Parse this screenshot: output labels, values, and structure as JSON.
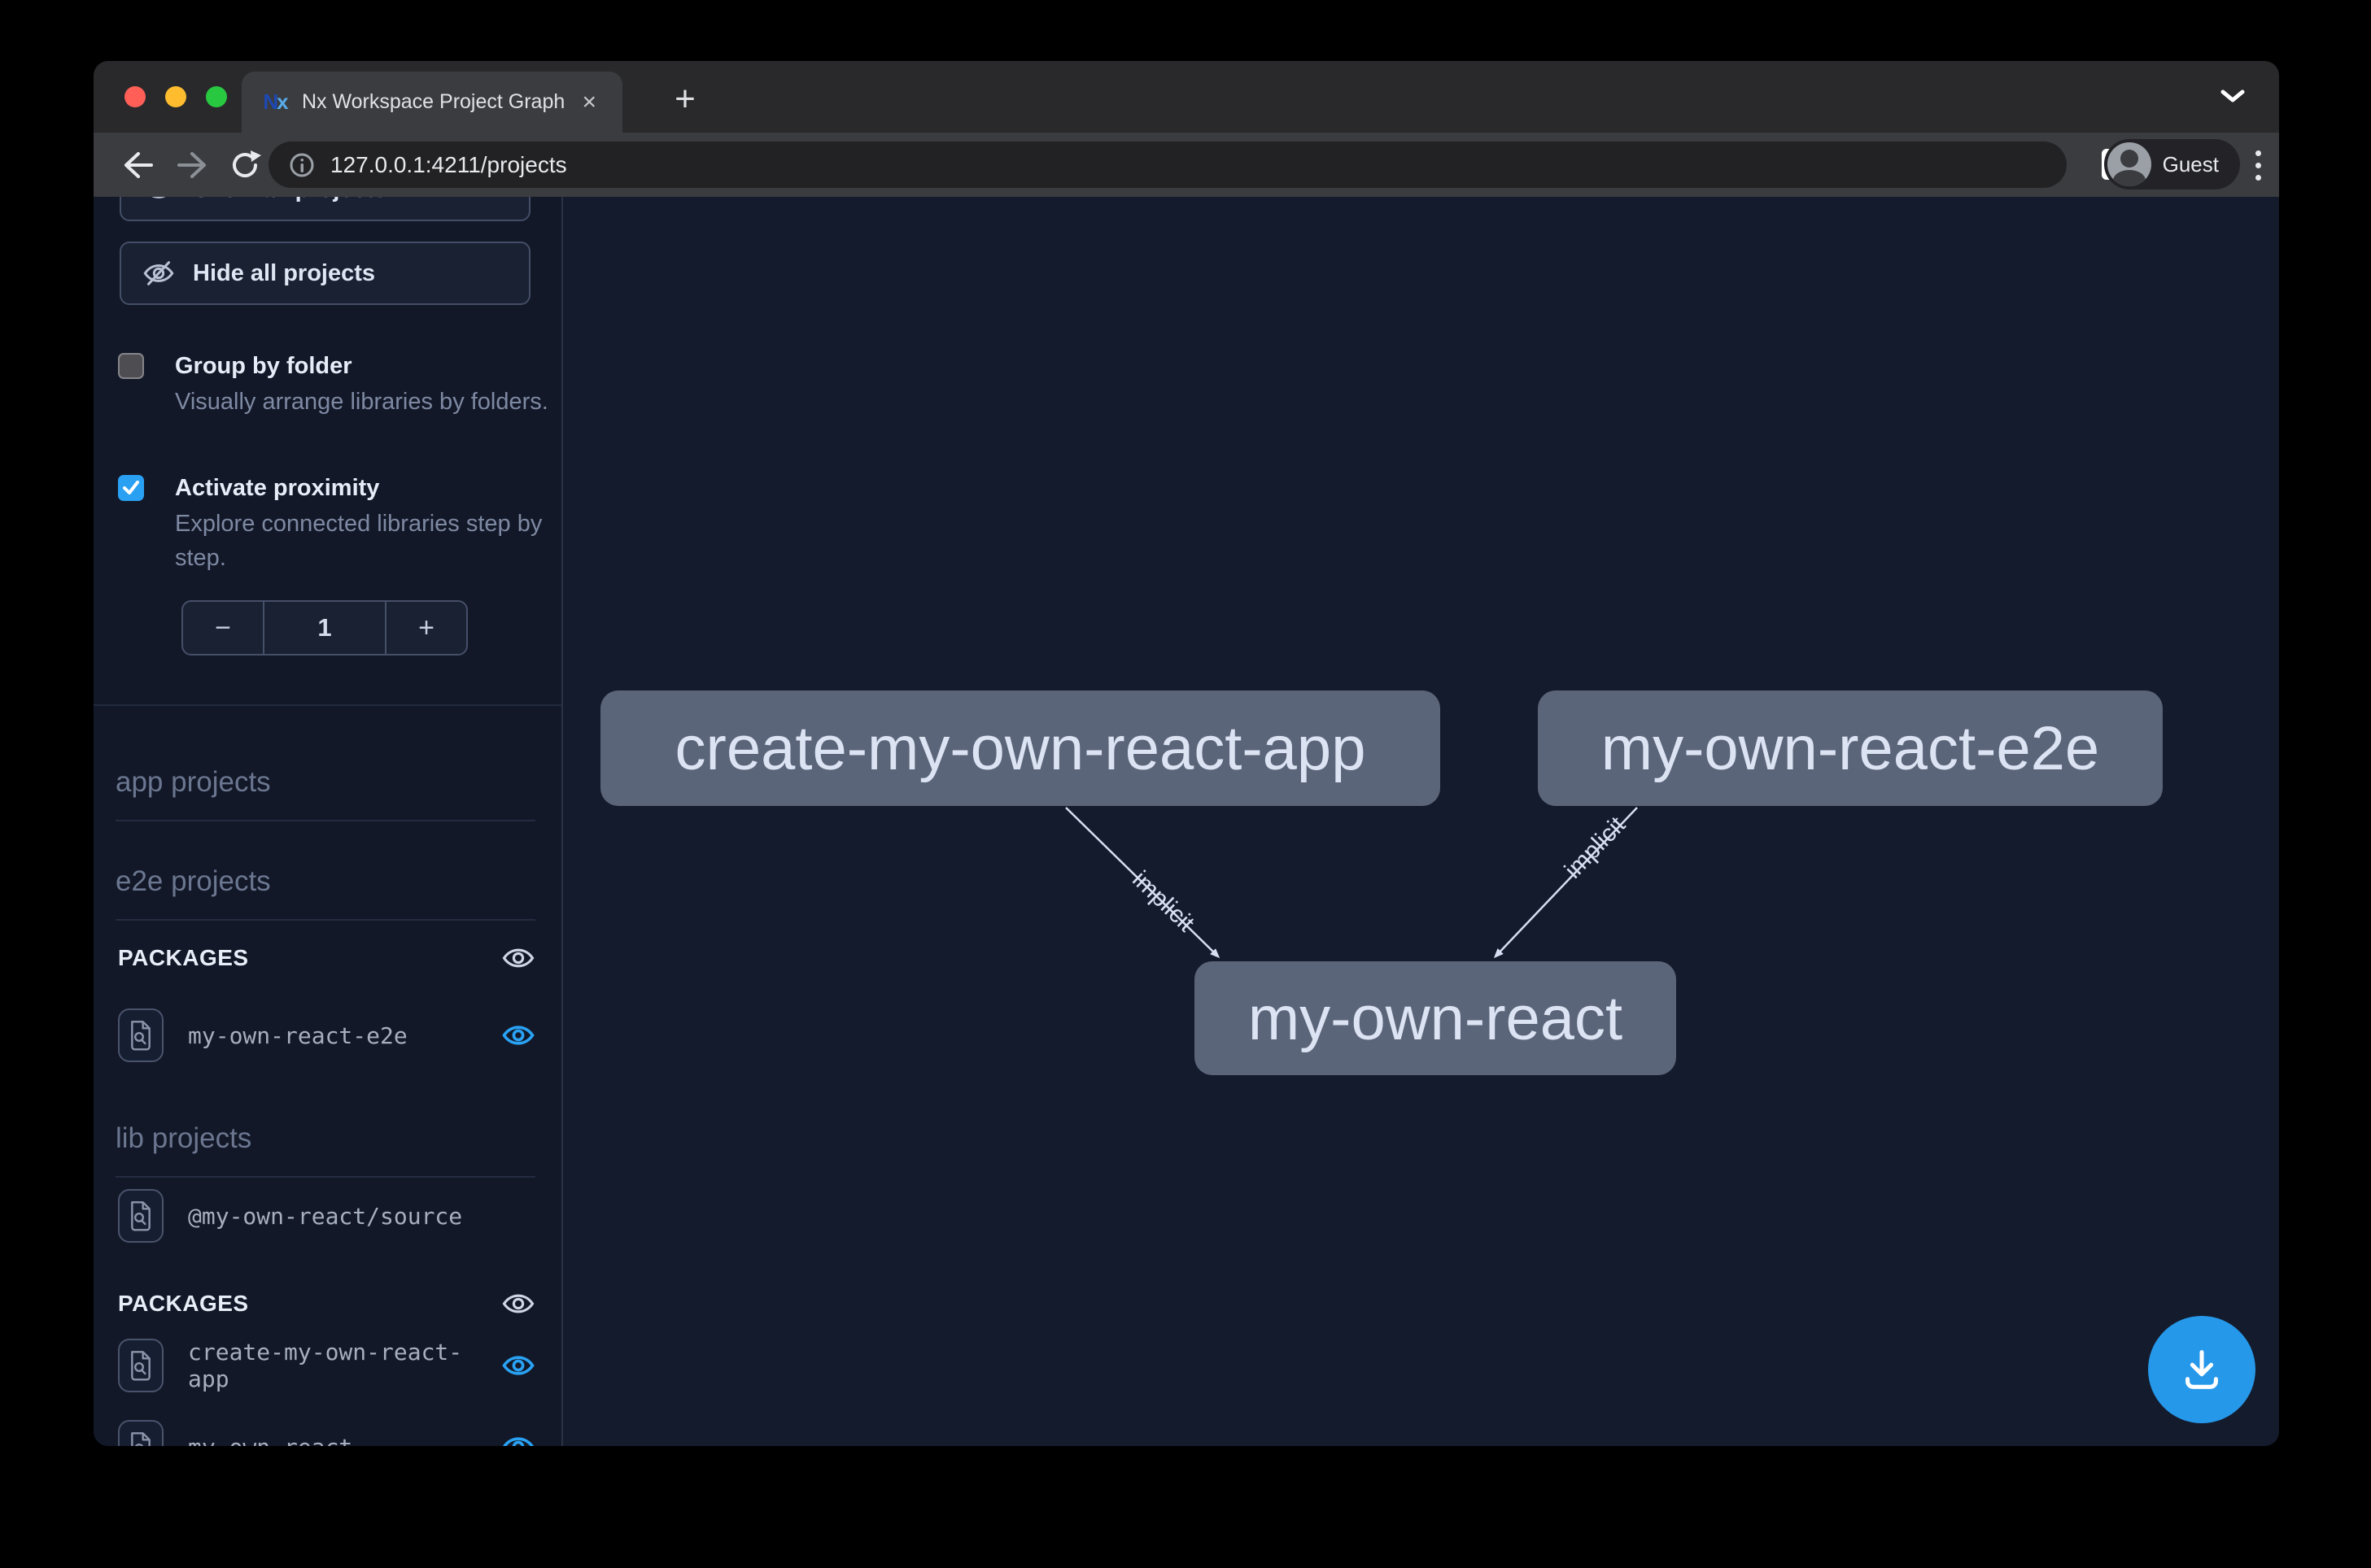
{
  "browser": {
    "tab_title": "Nx Workspace Project Graph",
    "tab_close": "×",
    "new_tab": "+",
    "url": {
      "host": "127.0.0.1",
      "rest": ":4211/projects"
    },
    "profile_label": "Guest"
  },
  "sidebar": {
    "show_all_button": "Show all projects",
    "hide_all_button": "Hide all projects",
    "options": [
      {
        "label": "Group by folder",
        "description": "Visually arrange libraries by folders.",
        "checked": false
      },
      {
        "label": "Activate proximity",
        "description": "Explore connected libraries step by step.",
        "checked": true
      }
    ],
    "proximity": {
      "decrement": "−",
      "value": "1",
      "increment": "+"
    },
    "headers": {
      "app": "app projects",
      "e2e": "e2e projects",
      "lib": "lib projects",
      "packages": "PACKAGES"
    }
  },
  "projects": {
    "e2e_packages": [
      {
        "name": "my-own-react-e2e",
        "visible": true
      }
    ],
    "lib_items": [
      {
        "name": "@my-own-react/source"
      }
    ],
    "lib_packages": [
      {
        "name": "create-my-own-react-app",
        "visible": true
      },
      {
        "name": "my-own-react",
        "visible": true
      }
    ]
  },
  "graph": {
    "nodes": [
      {
        "id": "create-my-own-react-app",
        "label": "create-my-own-react-app"
      },
      {
        "id": "my-own-react-e2e",
        "label": "my-own-react-e2e"
      },
      {
        "id": "my-own-react",
        "label": "my-own-react"
      }
    ],
    "edges": [
      {
        "source": "create-my-own-react-app",
        "target": "my-own-react",
        "label": "implicit"
      },
      {
        "source": "my-own-react-e2e",
        "target": "my-own-react",
        "label": "implicit"
      }
    ]
  },
  "colors": {
    "accent_blue": "#2aa0f2",
    "node_fill": "#5b6579",
    "edge": "#d7def2",
    "fab": "#2598ea"
  }
}
